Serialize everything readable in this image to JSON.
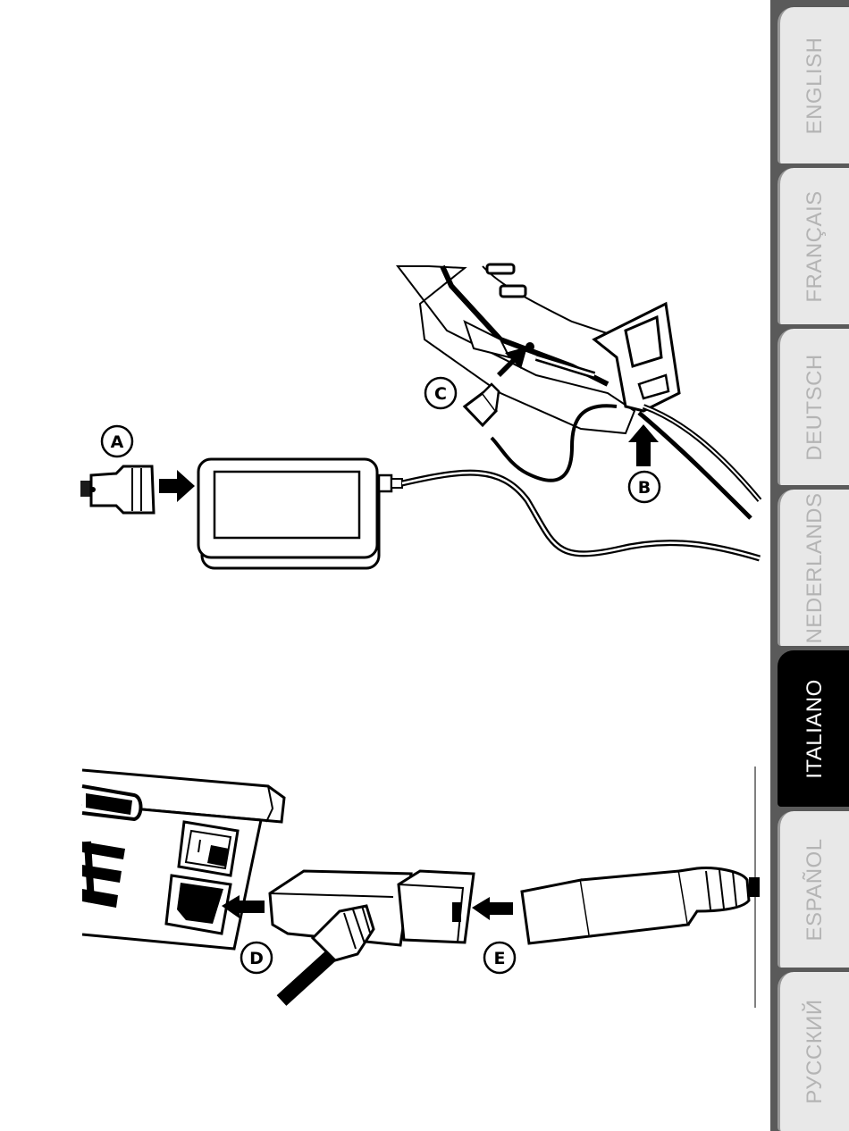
{
  "language_tabs": [
    {
      "label": "ENGLISH",
      "active": false
    },
    {
      "label": "FRANÇAIS",
      "active": false
    },
    {
      "label": "DEUTSCH",
      "active": false
    },
    {
      "label": "NEDERLANDS",
      "active": false
    },
    {
      "label": "ITALIANO",
      "active": true
    },
    {
      "label": "ESPAÑOL",
      "active": false
    },
    {
      "label": "РУССКИЙ",
      "active": false
    }
  ],
  "callouts": {
    "a": "A",
    "b": "B",
    "c": "C",
    "d": "D",
    "e": "E"
  },
  "colors": {
    "tab_active": "#000000",
    "tab_inactive": "#e8e8e8",
    "tab_strip": "#5a5a5a"
  }
}
